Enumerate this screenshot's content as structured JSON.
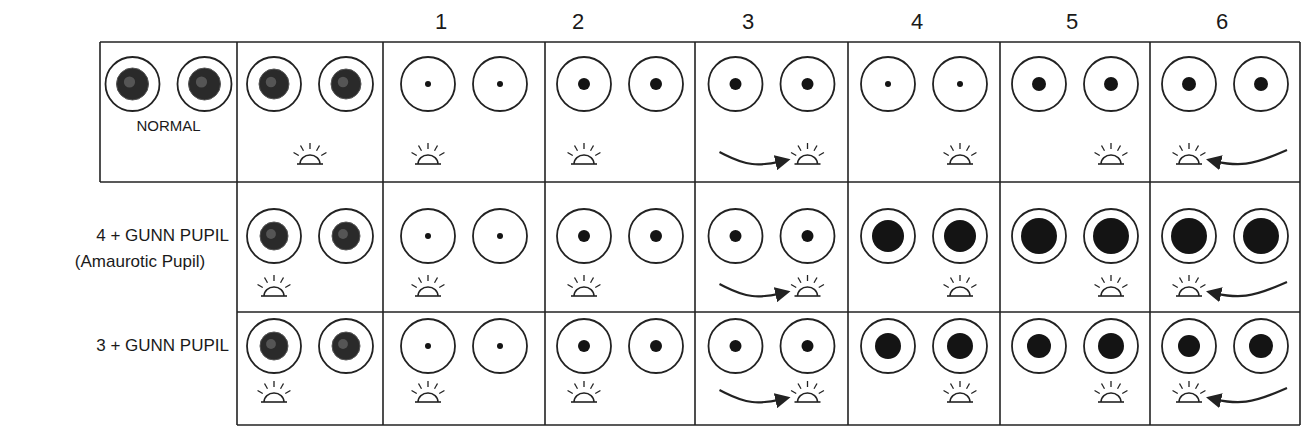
{
  "diagram": {
    "labels": [
      "1",
      "2",
      "3",
      "4",
      "5",
      "6",
      "NORMAL",
      "4 + GUNN PUPIL",
      "(Amaurotic Pupil)",
      "3 + GUNN PUPIL"
    ]
  }
}
